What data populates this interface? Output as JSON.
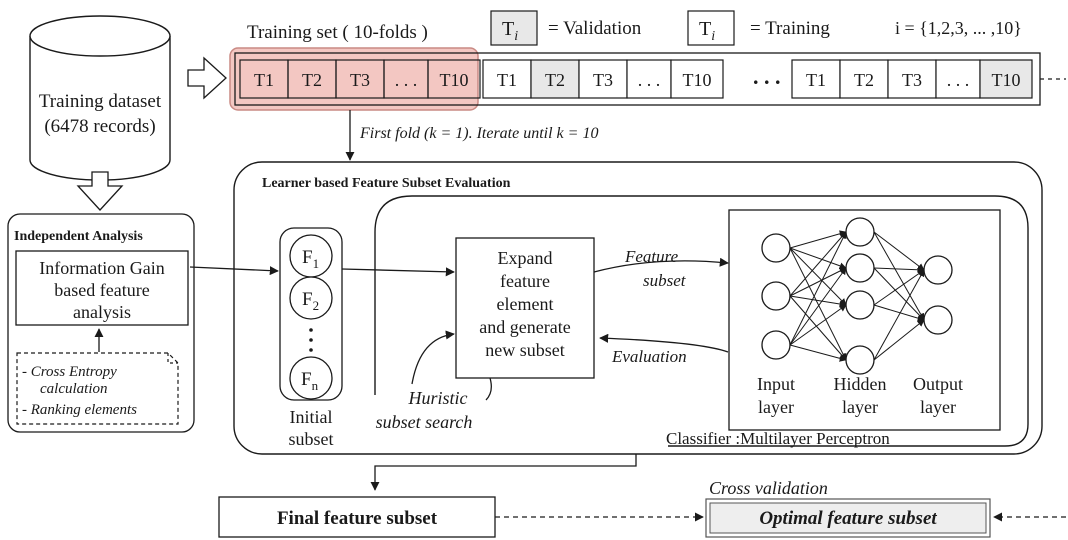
{
  "legend": {
    "training_set": "Training set ( 10-folds )",
    "t_sym": "T",
    "t_sub": "i",
    "validation": "= Validation",
    "training": "= Training",
    "index_range": "i = {1,2,3, ... ,10}"
  },
  "dataset": {
    "line1": "Training dataset",
    "line2": "(6478 records)"
  },
  "folds": {
    "group1": [
      "T1",
      "T2",
      "T3",
      ". . .",
      "T10"
    ],
    "group2": [
      "T1",
      "T2",
      "T3",
      ". . .",
      "T10"
    ],
    "group3": [
      "T1",
      "T2",
      "T3",
      ". . .",
      "T10"
    ],
    "separator": ". . .",
    "validation_index": {
      "group1": "all",
      "group2": 1,
      "group3": 4
    }
  },
  "first_fold": "First fold (k = 1). Iterate until k = 10",
  "independent": {
    "title": "Independent Analysis",
    "box_lines": [
      "Information Gain",
      "based feature",
      "analysis"
    ],
    "note_lines": [
      "- Cross Entropy",
      "calculation",
      "- Ranking elements"
    ]
  },
  "learner": {
    "title": "Learner based Feature Subset Evaluation"
  },
  "initial_subset": {
    "features": [
      {
        "base": "F",
        "sub": "1"
      },
      {
        "base": "F",
        "sub": "2"
      },
      {
        "base": "F",
        "sub": "n"
      }
    ],
    "label_lines": [
      "Initial",
      "subset"
    ]
  },
  "expand": {
    "lines": [
      "Expand",
      "feature",
      "element",
      "and generate",
      "new subset"
    ]
  },
  "feature_subset_lines": [
    "Feature",
    "subset"
  ],
  "evaluation": "Evaluation",
  "heuristic_lines": [
    "Huristic",
    "subset search"
  ],
  "nn": {
    "input_lines": [
      "Input",
      "layer"
    ],
    "hidden_lines": [
      "Hidden",
      "layer"
    ],
    "output_lines": [
      "Output",
      "layer"
    ],
    "layer_sizes": [
      3,
      4,
      2
    ]
  },
  "classifier": "Classifier :Multilayer Perceptron",
  "final": "Final feature subset",
  "cross_validation": "Cross validation",
  "optimal": "Optimal feature subset",
  "colors": {
    "validation_fill": "#e8e8e8",
    "highlight_fill": "#f3c7c2",
    "highlight_stroke": "#c98a84",
    "line": "#1a1a1a"
  }
}
